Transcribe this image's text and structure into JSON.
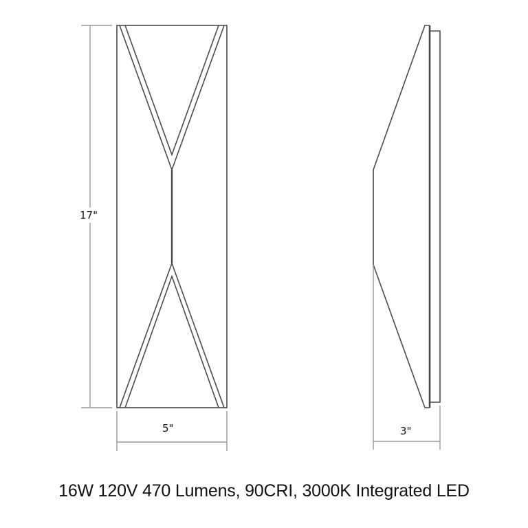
{
  "diagram": {
    "type": "dimension-drawing",
    "front_view": {
      "height_label": "17\"",
      "width_label": "5\""
    },
    "side_view": {
      "depth_label": "3\""
    },
    "colors": {
      "outline": "#4a4a4a",
      "dimension_line": "#9a9a9a",
      "text": "#111111",
      "background": "#ffffff"
    }
  },
  "caption": "16W 120V 470 Lumens, 90CRI, 3000K Integrated LED"
}
